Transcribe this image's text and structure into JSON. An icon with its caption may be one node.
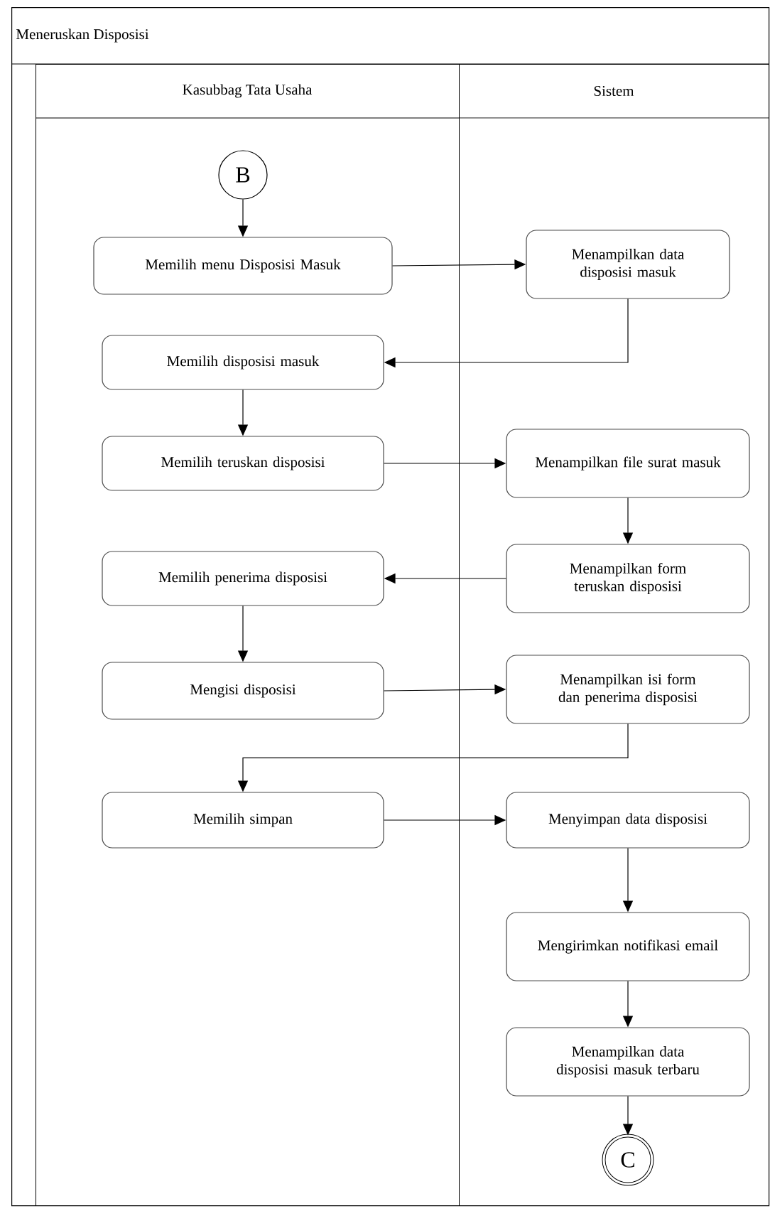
{
  "diagram": {
    "nodes": [
      {
        "text": [
          "Meneruskan Disposisi"
        ]
      },
      {
        "text": [
          "Kasubbag Tata Usaha"
        ],
        "in": 0
      },
      {
        "text": [
          "Sistem"
        ],
        "in": 0
      },
      {
        "text": [
          "B"
        ],
        "in": 1
      },
      {
        "text": [
          "Memilih menu Disposisi Masuk"
        ],
        "in": 1
      },
      {
        "text": [
          "Menampilkan data disposisi masuk"
        ],
        "in": 2
      },
      {
        "text": [
          "Memilih disposisi masuk"
        ],
        "in": 1
      },
      {
        "text": [
          "Memilih teruskan disposisi"
        ],
        "in": 1
      },
      {
        "text": [
          "Menampilkan file surat masuk"
        ],
        "in": 2
      },
      {
        "text": [
          "Menampilkan form teruskan disposisi"
        ],
        "in": 2
      },
      {
        "text": [
          "Memilih penerima disposisi"
        ],
        "in": 1
      },
      {
        "text": [
          "Mengisi disposisi"
        ],
        "in": 1
      },
      {
        "text": [
          "Menampilkan isi form dan penerima disposisi"
        ],
        "in": 2
      },
      {
        "text": [
          "Memilih simpan"
        ],
        "in": 1
      },
      {
        "text": [
          "Menyimpan data disposisi"
        ],
        "in": 2
      },
      {
        "text": [
          "Mengirimkan notifikasi email"
        ],
        "in": 2
      },
      {
        "text": [
          "Menampilkan data disposisi masuk terbaru"
        ],
        "in": 2
      },
      {
        "text": [
          "C"
        ],
        "in": 2
      }
    ],
    "edges": [
      {
        "from": 3,
        "to": 4,
        "arrow": "to"
      },
      {
        "from": 4,
        "to": 5,
        "arrow": "to"
      },
      {
        "from": 5,
        "to": 6,
        "arrow": "to"
      },
      {
        "from": 6,
        "to": 7,
        "arrow": "to"
      },
      {
        "from": 7,
        "to": 8,
        "arrow": "to"
      },
      {
        "from": 8,
        "to": 9,
        "arrow": "to"
      },
      {
        "from": 9,
        "to": 10,
        "arrow": "to"
      },
      {
        "from": 10,
        "to": 11,
        "arrow": "to"
      },
      {
        "from": 11,
        "to": 12,
        "arrow": "to"
      },
      {
        "from": 12,
        "to": 13,
        "arrow": "to"
      },
      {
        "from": 13,
        "to": 14,
        "arrow": "to"
      },
      {
        "from": 14,
        "to": 15,
        "arrow": "to"
      },
      {
        "from": 15,
        "to": 16,
        "arrow": "to"
      },
      {
        "from": 16,
        "to": 17,
        "arrow": "to"
      }
    ]
  }
}
